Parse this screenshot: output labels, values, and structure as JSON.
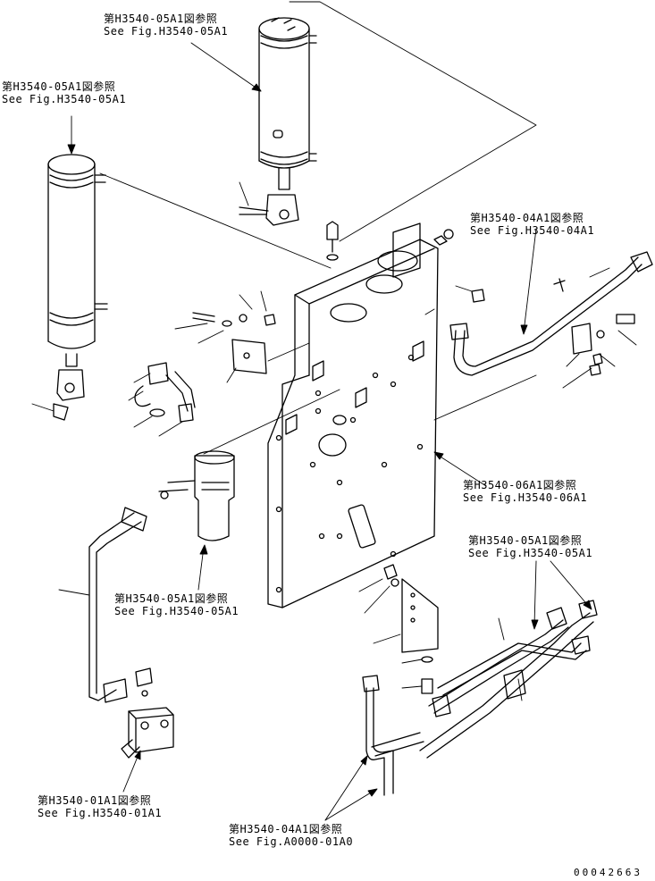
{
  "references": {
    "top_tank": {
      "jp": "第H3540-05A1図参照",
      "en": "See Fig.H3540-05A1"
    },
    "left_tank": {
      "jp": "第H3540-05A1図参照",
      "en": "See Fig.H3540-05A1"
    },
    "upper_right_pipe": {
      "jp": "第H3540-04A1図参照",
      "en": "See Fig.H3540-04A1"
    },
    "plate": {
      "jp": "第H3540-06A1図参照",
      "en": "See Fig.H3540-06A1"
    },
    "right_hoses": {
      "jp": "第H3540-05A1図参照",
      "en": "See Fig.H3540-05A1"
    },
    "filter": {
      "jp": "第H3540-05A1図参照",
      "en": "See Fig.H3540-05A1"
    },
    "valve_block": {
      "jp": "第H3540-01A1図参照",
      "en": "See Fig.H3540-01A1"
    },
    "bottom_pipes": {
      "jp": "第H3540-04A1図参照",
      "en": "See Fig.A0000-01A0"
    }
  },
  "drawing_number": "00042663"
}
